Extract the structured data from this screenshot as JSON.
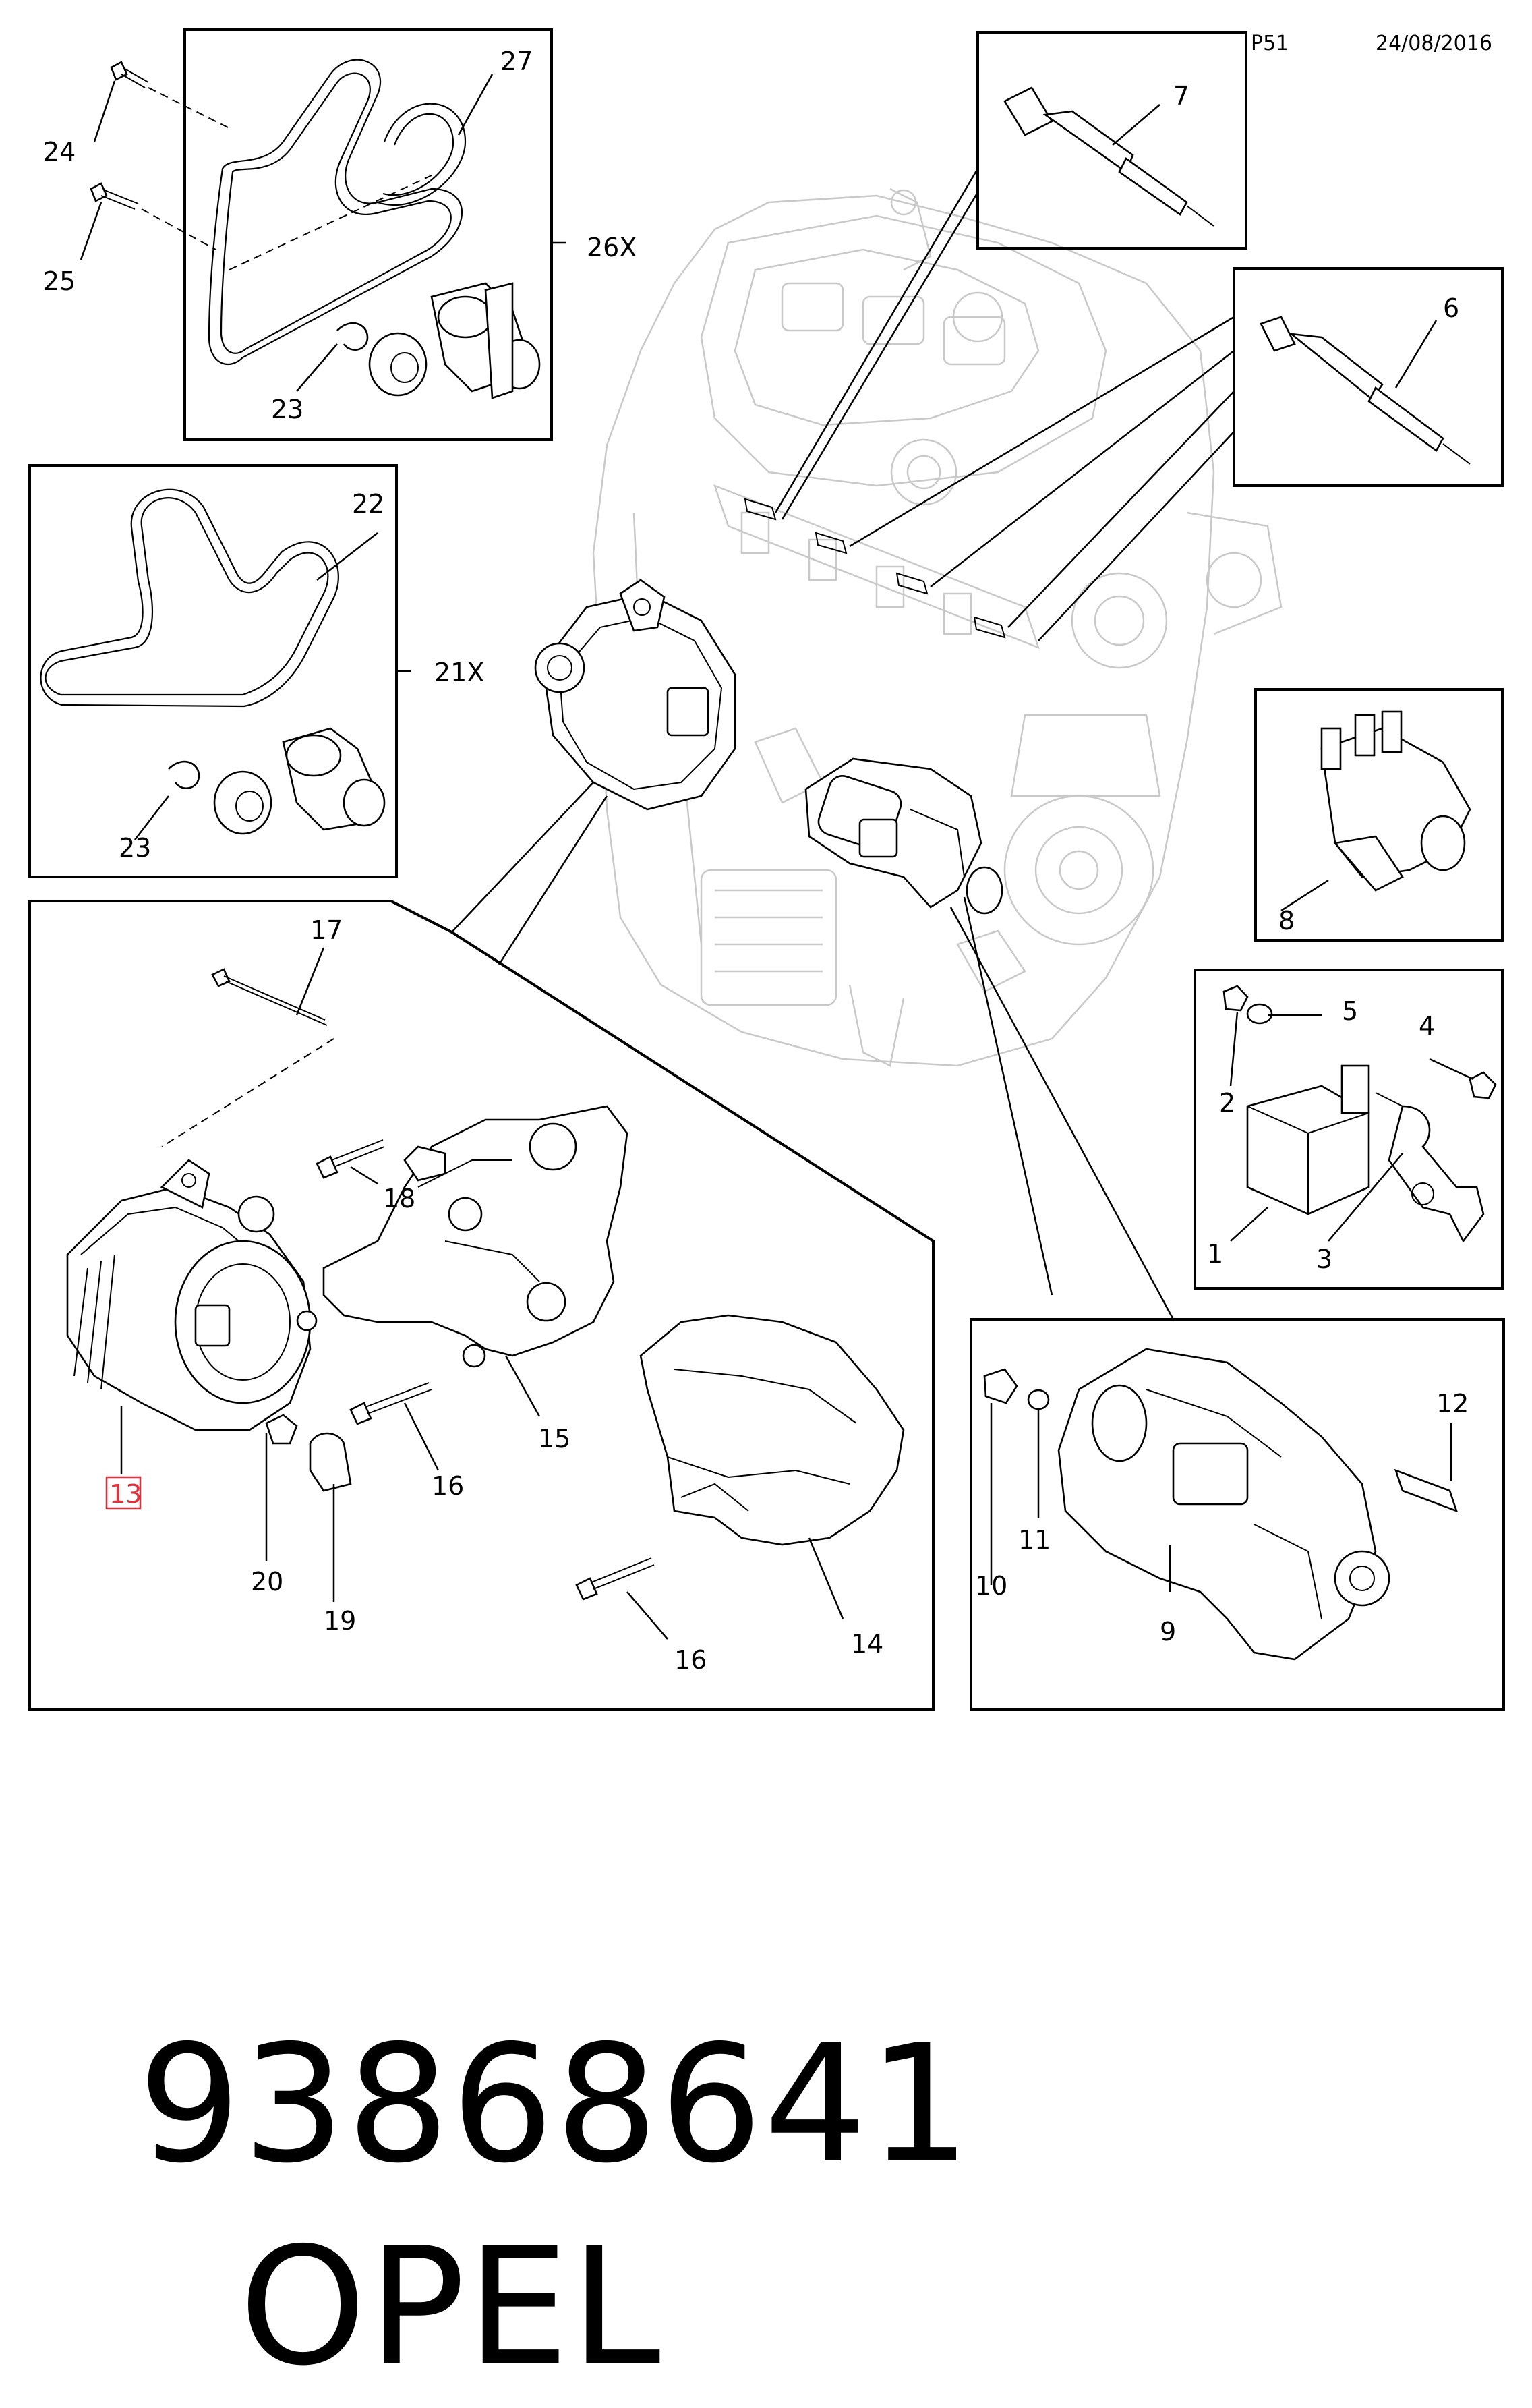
{
  "header": {
    "page_code": "P51",
    "date": "24/08/2016"
  },
  "callouts": {
    "c1": "1",
    "c2": "2",
    "c3": "3",
    "c4": "4",
    "c5": "5",
    "c6": "6",
    "c7": "7",
    "c8": "8",
    "c9": "9",
    "c10": "10",
    "c11": "11",
    "c12": "12",
    "c13": "13",
    "c14": "14",
    "c15": "15",
    "c16a": "16",
    "c16b": "16",
    "c17": "17",
    "c18": "18",
    "c19": "19",
    "c20": "20",
    "c21x": "21X",
    "c22": "22",
    "c23a": "23",
    "c23b": "23",
    "c24": "24",
    "c25": "25",
    "c26x": "26X",
    "c27": "27"
  },
  "highlight": {
    "part": "13",
    "color": "#e0303a"
  },
  "footer": {
    "part_number": "93868641",
    "brand": "OPEL"
  }
}
